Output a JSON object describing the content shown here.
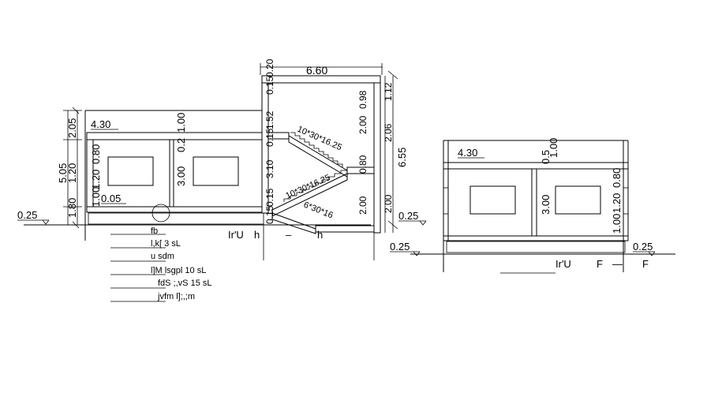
{
  "section_left": {
    "top_level": "4.30",
    "floor_level": "0.05",
    "ground_level": "0.25",
    "dims_vertical_outer": [
      "5.05",
      "2.05",
      "1.20",
      "1.80"
    ],
    "dims_vertical_inner": [
      "0.80",
      "1.20",
      "1.00",
      "3.00",
      "1.00",
      "0.2"
    ],
    "bottom_text": [
      "Ir'U",
      "h",
      "–",
      "h"
    ],
    "legend": [
      "fb",
      "l,k[ 3 sL",
      "u sdm",
      "l]M  lsgpl   10   sL",
      "fdS ;,vS   15   sL",
      "jvfm l];,;m"
    ]
  },
  "stair_block": {
    "top_width": "6.60",
    "left_dims": [
      "0.20",
      "0.15",
      "1.52",
      "0.15",
      "3.10",
      "0.15",
      "0.15"
    ],
    "right_dims": [
      "1.12",
      "2.06",
      "2.00",
      "0.98",
      "2.00",
      "2.00",
      "0.80"
    ],
    "outer_dim": "6.55",
    "flights": [
      "10*30*16.25",
      "10*30*16.25",
      "6*30*16"
    ]
  },
  "section_right": {
    "top_level": "4.30",
    "ground_level_left": "0.25",
    "ground_level_right": "0.25",
    "dims": [
      "1.00",
      "0.5",
      "3.00",
      "0.80",
      "1.20",
      "1.00"
    ],
    "bottom_text": [
      "Ir'U",
      "F",
      "—",
      "F"
    ]
  }
}
